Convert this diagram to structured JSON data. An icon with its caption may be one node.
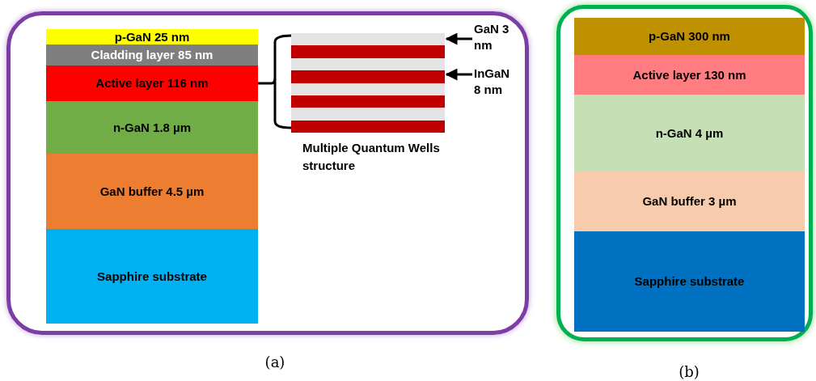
{
  "diagram": {
    "nodes": [
      {
        "text": [],
        "shape": "box",
        "beside": [
          "(a)"
        ]
      },
      {
        "text": [
          "p-GaN 25 nm"
        ],
        "in": 0
      },
      {
        "text": [
          "Cladding layer 85 nm"
        ],
        "in": 0
      },
      {
        "text": [
          "Active layer 116 nm"
        ],
        "in": 0
      },
      {
        "text": [
          "n-GaN 1.8 µm"
        ],
        "in": 0
      },
      {
        "text": [
          "GaN buffer 4.5 µm"
        ],
        "in": 0
      },
      {
        "text": [
          "Sapphire substrate"
        ],
        "in": 0
      },
      {
        "text": [],
        "shape": "box",
        "in": 0,
        "beside": [
          "Multiple Quantum Wells structure"
        ]
      },
      {
        "text": [
          "GaN 3 nm"
        ],
        "in": 0
      },
      {
        "text": [
          "InGaN 8 nm"
        ],
        "in": 0
      },
      {
        "text": [],
        "shape": "box",
        "beside": [
          "(b)"
        ]
      },
      {
        "text": [
          "p-GaN 300 nm"
        ],
        "in": 10
      },
      {
        "text": [
          "Active layer 130 nm"
        ],
        "in": 10
      },
      {
        "text": [
          "n-GaN 4 µm"
        ],
        "in": 10
      },
      {
        "text": [
          "GaN buffer 3 µm"
        ],
        "in": 10
      },
      {
        "text": [
          "Sapphire substrate"
        ],
        "in": 10
      }
    ],
    "edges": [
      {
        "from": 3,
        "to": 7,
        "arrow": "none"
      },
      {
        "from": 8,
        "to": 7,
        "arrow": "to"
      },
      {
        "from": 9,
        "to": 7,
        "arrow": "to"
      }
    ]
  }
}
